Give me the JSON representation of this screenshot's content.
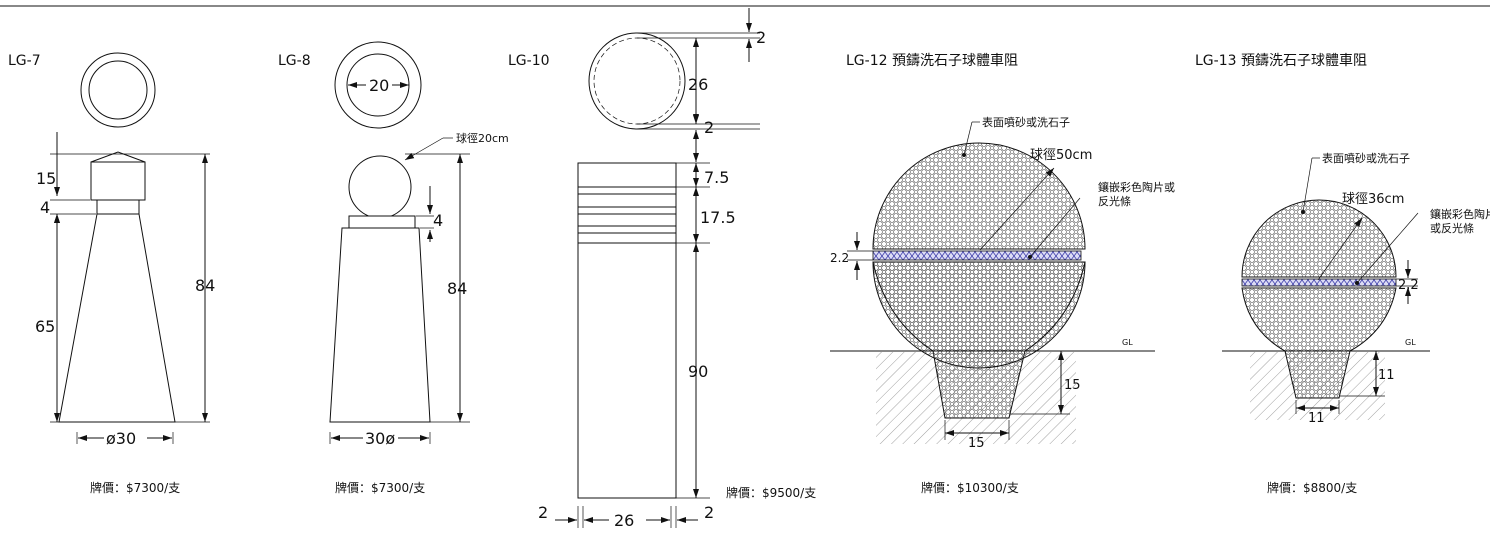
{
  "products": [
    {
      "model": "LG-7",
      "price": "牌價：$7300/支",
      "dims": {
        "top": "15",
        "band": "4",
        "body": "65",
        "total": "84",
        "base": "ø30"
      }
    },
    {
      "model": "LG-8",
      "price": "牌價：$7300/支",
      "dims": {
        "plan": "20",
        "band": "4",
        "total": "84",
        "base": "30ø"
      },
      "notes": {
        "ball": "球徑20cm"
      }
    },
    {
      "model": "LG-10",
      "price": "牌價：$9500/支",
      "dims": {
        "wall_top": "2",
        "inner": "26",
        "wall_bottom": "2",
        "slot": "7.5",
        "slots": "17.5",
        "body": "90",
        "left": "2",
        "width": "26",
        "right": "2"
      }
    },
    {
      "model": "LG-12 預鑄洗石子球體車阻",
      "price": "牌價：$10300/支",
      "dims": {
        "band": "2.2",
        "depth": "15",
        "base": "15"
      },
      "notes": {
        "surface": "表面噴砂或洗石子",
        "ball": "球徑50cm",
        "inlay_1": "鑲嵌彩色陶片或",
        "inlay_2": "反光條",
        "ground": "GL"
      }
    },
    {
      "model": "LG-13 預鑄洗石子球體車阻",
      "price": "牌價：$8800/支",
      "dims": {
        "band": "2.2",
        "depth": "11",
        "base": "11"
      },
      "notes": {
        "surface": "表面噴砂或洗石子",
        "ball": "球徑36cm",
        "inlay_1": "鑲嵌彩色陶片",
        "inlay_2": "或反光條",
        "ground": "GL"
      }
    }
  ],
  "colors": {
    "line": "#111111",
    "inlay": "#3a3aa8"
  }
}
